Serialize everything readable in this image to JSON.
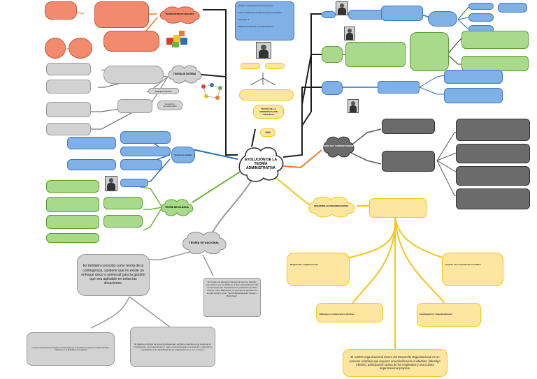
{
  "center": {
    "title": "EVOLUCIÓN DE LA TEORÍA ADMINISTRATIVA"
  },
  "header_card": {
    "lines": [
      "Nombre: César Alberto Pérez Mendoza",
      "Centro Institucional: Politécnico Gran Colombiano",
      "Semestre: 4",
      "Materia: Introducción a la Administración"
    ]
  },
  "scientific": {
    "title": "TEORÍA DE LA ADMINISTRACIÓN CIENTÍFICA",
    "year": "1903"
  },
  "nodes": {
    "top_left_cloud": "TEORÍA ESTRUCTURALISTA",
    "systems_cloud": "TEORÍA DE SISTEMA",
    "systems_enfoque": "Enfoque holístico",
    "systems_interaccion": "Interacción y retroalimentación",
    "blue_mid": "Teoría neo-humana",
    "blue_bottom": "",
    "neoclassic_cloud": "TEORÍA NEOCLÁSICA",
    "situational_cloud": "TEORÍA SITUACIONAL",
    "behavior_cloud": "TEORÍA DEL COMPORTAMIENTO",
    "organizational_cloud": "DESARROLLO ORGANIZACIONAL"
  },
  "situational": {
    "main": "Es también conocida como teoría de la contingencia, sostiene que no existe un enfoque único o universal para la gestión que sea aplicable en todas las situaciones.",
    "model": "El modelo de liderazgo situacional que fue definido por primera vez en 1969 en el libro Administración del Comportamiento Organizacional, publicado por Paul Hersey y Ken Blanchard, no por esto su primitivo es la sola versión como \"Teoría Situacional de Hersey y Blanchard\".",
    "left": "La teoría situacional ha resultado ser la aportaciones importantes al campo de la administración, resaltando un la flexibilidad en la gestión",
    "right": "El objetivo principal de la teoría situacional, también conocida como teoría de la contingencia, es proporcionar un marco conceptual para comprender y abordar la complejidad y la variabilidad de las organizaciones y sus entornos."
  },
  "organizational": {
    "conclusion": "El cambio organizacional dentro del Desarrollo Organizacional es un proceso complejo que requiere una planificación cuidadosa, liderazgo efectivo, participación activa de los empleados y una cultura organizacional propicia.",
    "diag": "Diagnóstico organizacional:",
    "resist": "Gestión de la resistencia al cambio:",
    "lider": "Liderazgo y comunicación efectiva:",
    "partic": "Participación y empoderamiento:"
  },
  "colors": {
    "black_line": "#1e1e1e",
    "blue_line": "#2f6db5",
    "green_line": "#6db33f",
    "orange_line": "#f07a25",
    "yellow_line": "#f5c518",
    "grey_line": "#9a9a9a",
    "salmon_fill": "#f28a6e",
    "blue_fill": "#7fb0e6",
    "green_fill": "#a9d98a",
    "grey_fill": "#d2d2d2",
    "darkgrey_fill": "#6b6b6b",
    "yellow_fill": "#fde6a0",
    "lightyellow_fill": "#fef3d0"
  }
}
